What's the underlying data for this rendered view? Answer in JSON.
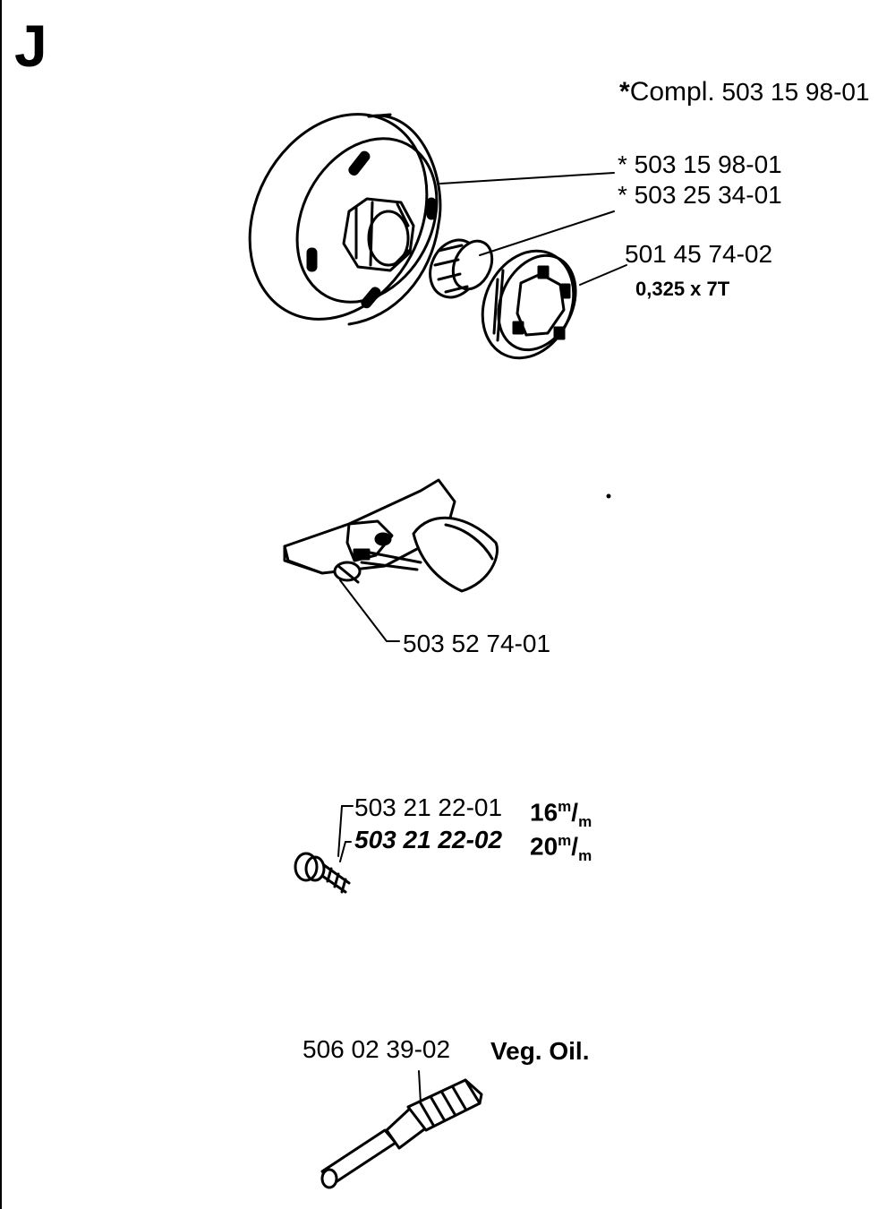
{
  "section": "J",
  "clutch_drum": {
    "compl_word": "Compl.",
    "compl_part": "503 15 98-01",
    "drum_part": "* 503 15 98-01",
    "bearing_part": "* 503 25 34-01",
    "sprocket_part": "501 45 74-02",
    "sprocket_spec": "0,325 x 7T"
  },
  "oil_pump_cover": {
    "part": "503 52 74-01"
  },
  "screws": {
    "part_16": "503 21 22-01",
    "size_16": "16",
    "part_20": "503 21 22-02",
    "size_20": "20",
    "unit_top": "m",
    "unit_bottom": "m"
  },
  "worm_gear": {
    "part": "506 02 39-02",
    "note": "Veg. Oil."
  }
}
